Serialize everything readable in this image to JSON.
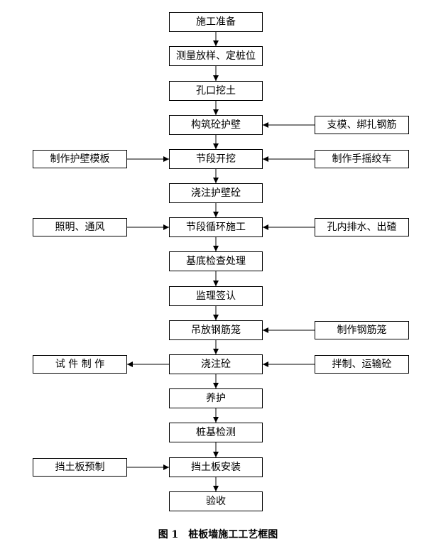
{
  "caption": "图 1　桩板墙施工工艺框图",
  "main_steps": [
    "施工准备",
    "测量放样、定桩位",
    "孔口挖土",
    "构筑砼护壁",
    "节段开挖",
    "浇注护壁砼",
    "节段循环施工",
    "基底检查处理",
    "监理签认",
    "吊放钢筋笼",
    "浇注砼",
    "养护",
    "桩基检测",
    "挡土板安装",
    "验收"
  ],
  "left_inputs": [
    {
      "step": 4,
      "label": "制作护壁模板",
      "direction": "into"
    },
    {
      "step": 6,
      "label": "照明、通风",
      "direction": "into"
    },
    {
      "step": 10,
      "label": "试 件 制 作",
      "direction": "out"
    },
    {
      "step": 13,
      "label": "挡土板预制",
      "direction": "into"
    }
  ],
  "right_inputs": [
    {
      "step": 3,
      "label": "支模、绑扎钢筋"
    },
    {
      "step": 4,
      "label": "制作手摇绞车"
    },
    {
      "step": 6,
      "label": "孔内排水、出碴"
    },
    {
      "step": 9,
      "label": "制作钢筋笼"
    },
    {
      "step": 10,
      "label": "拌制、运输砼"
    }
  ]
}
